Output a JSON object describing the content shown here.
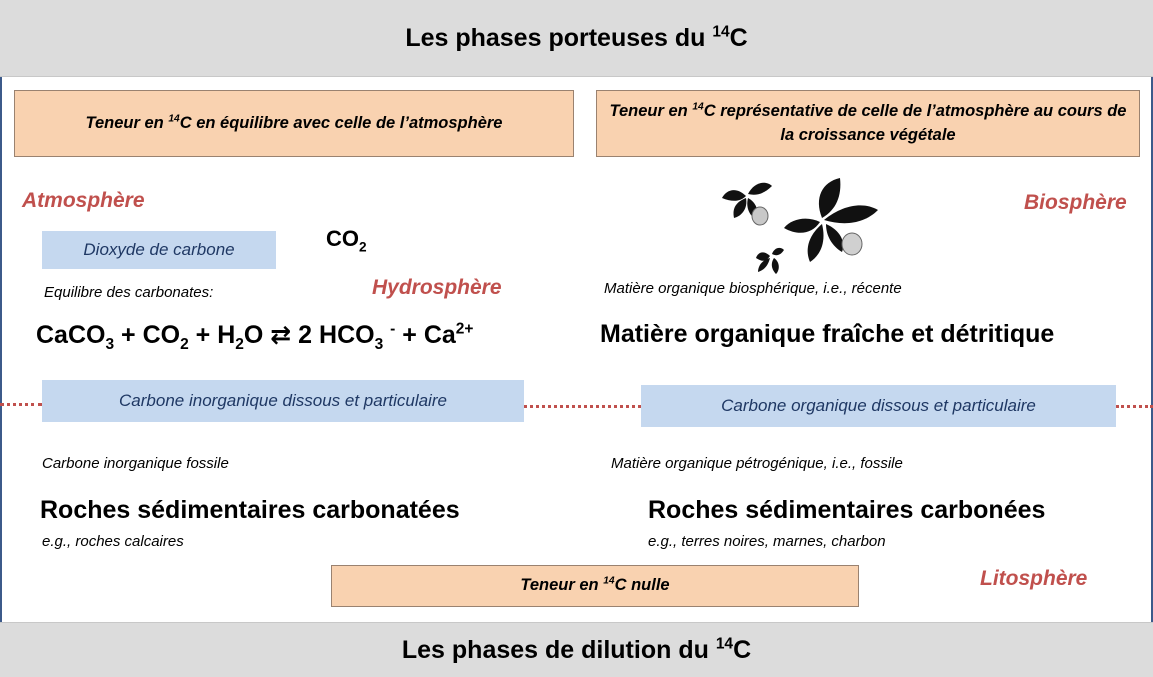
{
  "header": {
    "top_pre": "Les phases porteuses du ",
    "top_sup": "14",
    "top_post": "C",
    "bottom_pre": "Les phases de dilution du ",
    "bottom_sup": "14",
    "bottom_post": "C"
  },
  "boxes": {
    "left_pre": "Teneur en ",
    "left_sup": "14",
    "left_post": "C en équilibre avec celle de l’atmosphère",
    "right_pre": "Teneur en ",
    "right_sup": "14",
    "right_post": "C représentative de celle de l’atmosphère au cours de la croissance végétale",
    "bottom_pre": "Teneur en ",
    "bottom_sup": "14",
    "bottom_post": "C nulle"
  },
  "spheres": {
    "atmosphere": "Atmosphère",
    "hydrosphere": "Hydrosphère",
    "biosphere": "Biosphère",
    "litosphere": "Litosphère"
  },
  "labels": {
    "dioxyde": "Dioxyde de carbone",
    "co2_main": "CO",
    "co2_sub": "2",
    "equilibre": "Equilibre des carbonates:",
    "mo_biospherique": "Matière organique biosphérique, i.e., récente",
    "mo_fraiche": "Matière organique fraîche et détritique",
    "cid": "Carbone inorganique dissous et particulaire",
    "cod": "Carbone organique dissous et particulaire",
    "ci_fossile": "Carbone inorganique fossile",
    "mo_petro": "Matière organique pétrogénique, i.e., fossile",
    "roches_carbonatees": "Roches sédimentaires carbonatées",
    "roches_carbonees": "Roches sédimentaires carbonées",
    "ex_calcaires": "e.g., roches calcaires",
    "ex_terres": "e.g., terres noires, marnes, charbon"
  },
  "equation": {
    "p1": "CaCO",
    "s1": "3",
    "p2": " + CO",
    "s2": "2",
    "p3": " + H",
    "s3": "2",
    "p4": "O ⇄ 2 HCO",
    "s4": "3",
    "p5": " ",
    "sup1": "-",
    "p6": " + Ca",
    "sup2": "2+"
  },
  "icons": {
    "leaves": "leaves-icon"
  },
  "colors": {
    "header_bg": "#dcdcdc",
    "orange": "#f9d2b0",
    "blue": "#c5d8ef",
    "sphere_red": "#c0504d",
    "navy_text": "#1f3864"
  }
}
